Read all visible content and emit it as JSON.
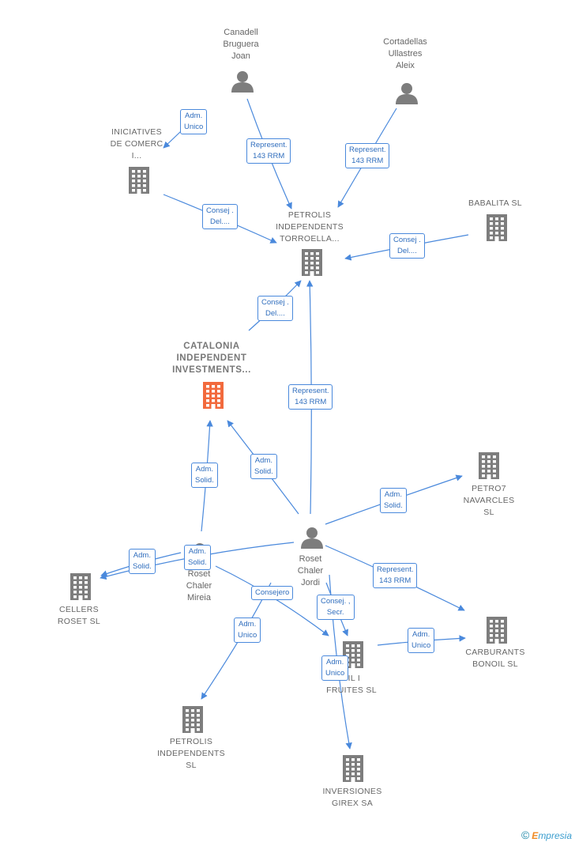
{
  "nodes": [
    {
      "id": "canadell",
      "type": "person",
      "lines": [
        "Canadell",
        "Bruguera",
        "Joan"
      ]
    },
    {
      "id": "cortadellas",
      "type": "person",
      "lines": [
        "Cortadellas",
        "Ullastres",
        "Aleix"
      ]
    },
    {
      "id": "iniciatives",
      "type": "company",
      "lines": [
        "INICIATIVES",
        "DE COMERC",
        "I..."
      ]
    },
    {
      "id": "petrolis_torroella",
      "type": "company",
      "lines": [
        "PETROLIS",
        "INDEPENDENTS",
        "TORROELLA..."
      ]
    },
    {
      "id": "babalita",
      "type": "company",
      "lines": [
        "BABALITA SL"
      ]
    },
    {
      "id": "catalonia",
      "type": "company_focus",
      "lines": [
        "CATALONIA",
        "INDEPENDENT",
        "INVESTMENTS..."
      ]
    },
    {
      "id": "petro7",
      "type": "company",
      "lines": [
        "PETRO7",
        "NAVARCLES",
        "SL"
      ]
    },
    {
      "id": "roset_jordi",
      "type": "person",
      "lines": [
        "Roset",
        "Chaler",
        "Jordi"
      ]
    },
    {
      "id": "roset_mireia",
      "type": "person",
      "lines": [
        "Roset",
        "Chaler",
        "Mireia"
      ]
    },
    {
      "id": "cellers",
      "type": "company",
      "lines": [
        "CELLERS",
        "ROSET SL"
      ]
    },
    {
      "id": "carburants",
      "type": "company",
      "lines": [
        "CARBURANTS",
        "BONOIL  SL"
      ]
    },
    {
      "id": "til_fruites",
      "type": "company",
      "lines": [
        "TIL I",
        "FRUITES SL"
      ]
    },
    {
      "id": "petrolis_indep",
      "type": "company",
      "lines": [
        "PETROLIS",
        "INDEPENDENTS",
        "SL"
      ]
    },
    {
      "id": "inversiones",
      "type": "company",
      "lines": [
        "INVERSIONES",
        "GIREX SA"
      ]
    }
  ],
  "edges": [
    {
      "from": "canadell",
      "to": "iniciatives",
      "label": [
        "Adm.",
        "Unico"
      ]
    },
    {
      "from": "canadell",
      "to": "petrolis_torroella",
      "label": [
        "Represent.",
        "143 RRM"
      ]
    },
    {
      "from": "cortadellas",
      "to": "petrolis_torroella",
      "label": [
        "Represent.",
        "143 RRM"
      ]
    },
    {
      "from": "iniciatives",
      "to": "petrolis_torroella",
      "label": [
        "Consej .",
        "Del...."
      ]
    },
    {
      "from": "babalita",
      "to": "petrolis_torroella",
      "label": [
        "Consej .",
        "Del...."
      ]
    },
    {
      "from": "catalonia",
      "to": "petrolis_torroella",
      "label": [
        "Consej .",
        "Del...."
      ]
    },
    {
      "from": "roset_jordi",
      "to": "petrolis_torroella",
      "label": [
        "Represent.",
        "143 RRM"
      ]
    },
    {
      "from": "roset_jordi",
      "to": "catalonia",
      "label": [
        "Adm.",
        "Solid."
      ]
    },
    {
      "from": "roset_mireia",
      "to": "catalonia",
      "label": [
        "Adm.",
        "Solid."
      ]
    },
    {
      "from": "roset_jordi",
      "to": "petro7",
      "label": [
        "Adm.",
        "Solid."
      ]
    },
    {
      "from": "roset_jordi",
      "to": "cellers",
      "label": [
        "Adm.",
        "Solid."
      ]
    },
    {
      "from": "roset_mireia",
      "to": "cellers",
      "label": [
        "Adm.",
        "Solid."
      ]
    },
    {
      "from": "roset_jordi",
      "to": "carburants",
      "label": [
        "Represent.",
        "143 RRM"
      ]
    },
    {
      "from": "roset_mireia",
      "to": "til_fruites",
      "label": [
        "Consejero"
      ]
    },
    {
      "from": "roset_jordi",
      "to": "til_fruites",
      "label": [
        "Consej. ,",
        "Secr."
      ]
    },
    {
      "from": "til_fruites",
      "to": "carburants",
      "label": [
        "Adm.",
        "Unico"
      ]
    },
    {
      "from": "roset_jordi",
      "to": "petrolis_indep",
      "label": [
        "Adm.",
        "Unico"
      ]
    },
    {
      "from": "roset_jordi",
      "to": "inversiones",
      "label": [
        "Adm.",
        "Unico"
      ]
    }
  ],
  "colors": {
    "edge": "#4a89dc",
    "node": "#7d7d7d",
    "focus": "#f26a3d"
  },
  "brand": {
    "copyright": "©",
    "name_first": "E",
    "name_rest": "mpresia"
  }
}
